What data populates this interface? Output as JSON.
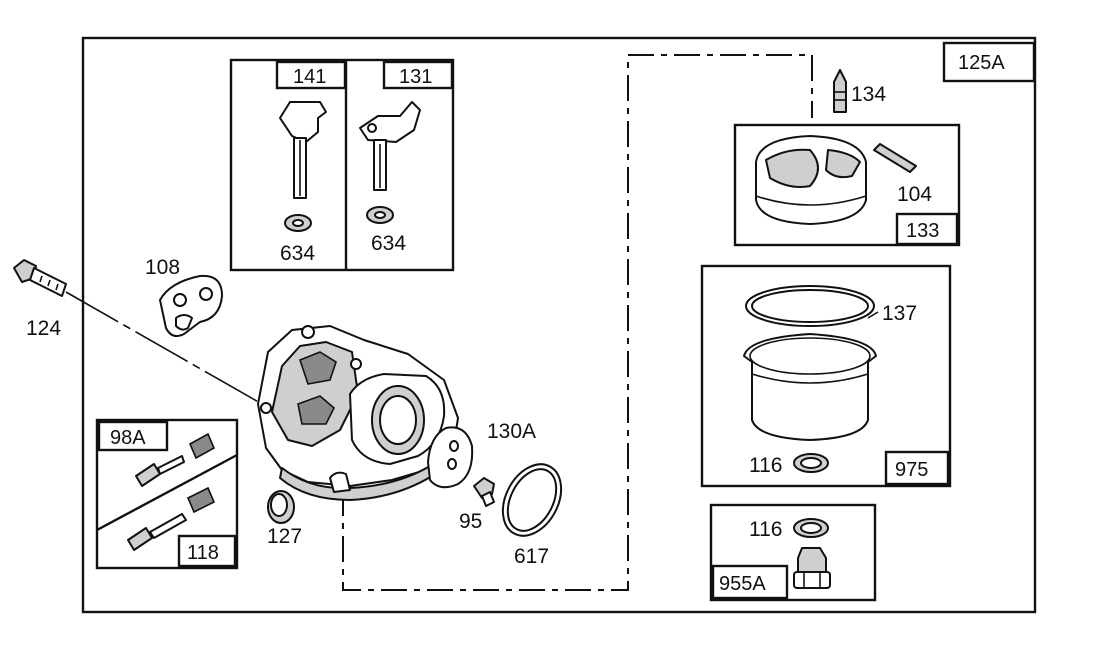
{
  "labels": {
    "box_125A": "125A",
    "box_141": "141",
    "box_131": "131",
    "box_133": "133",
    "box_975": "975",
    "box_98A": "98A",
    "box_118": "118",
    "box_955A": "955A",
    "p634a": "634",
    "p634b": "634",
    "p134": "134",
    "p104": "104",
    "p137": "137",
    "p116a": "116",
    "p116b": "116",
    "p108": "108",
    "p124": "124",
    "p130A": "130A",
    "p95": "95",
    "p617": "617",
    "p127": "127"
  }
}
